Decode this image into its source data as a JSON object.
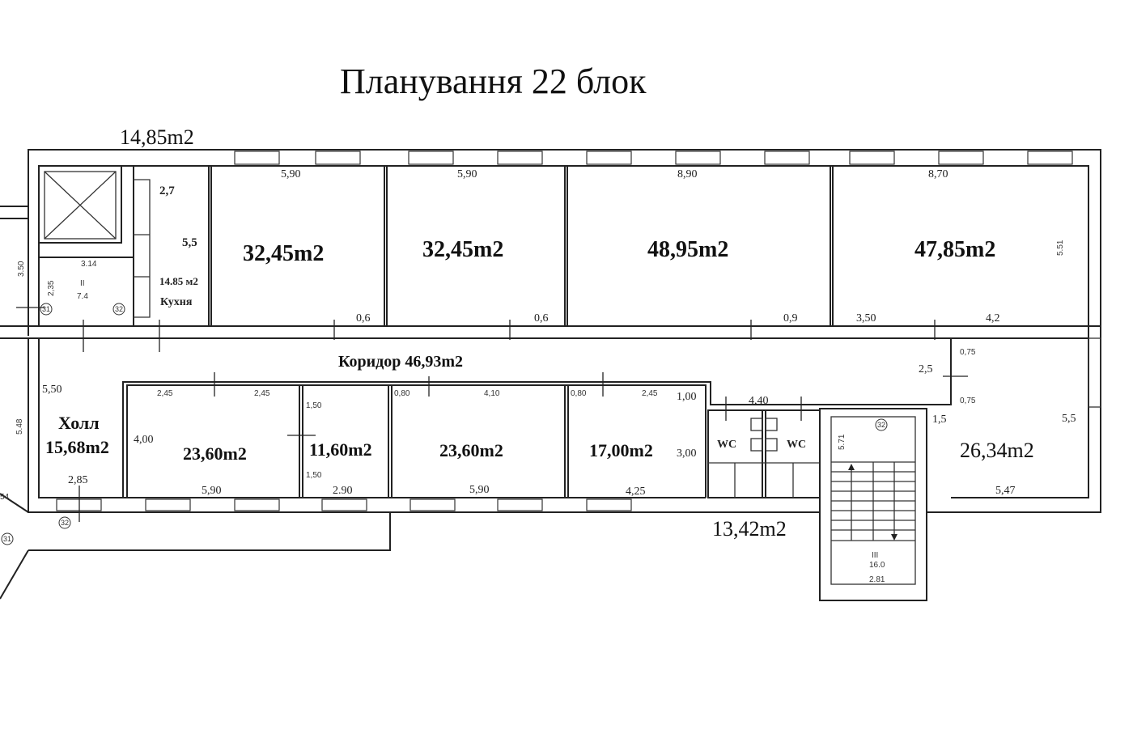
{
  "title": "Планування 22 блок",
  "areas": {
    "top_left_total": "14,85m2",
    "room_1": "32,45m2",
    "room_2": "32,45m2",
    "room_3": "48,95m2",
    "room_4": "47,85m2",
    "corridor": "Коридор 46,93m2",
    "hall_name": "Холл",
    "hall_area": "15,68m2",
    "room_5": "23,60m2",
    "room_6": "11,60m2",
    "room_7": "23,60m2",
    "room_8": "17,00m2",
    "room_9": "26,34m2",
    "wc_total": "13,42m2",
    "kitchen_area": "14.85 м2",
    "kitchen_name": "Кухня",
    "wc_left": "WC",
    "wc_right": "WC"
  },
  "dims": [
    "5,90",
    "5,90",
    "8,90",
    "8,70",
    "2,7",
    "5,5",
    "3.14",
    "3.50",
    "2,35",
    "II",
    "7.4",
    "0,6",
    "0,6",
    "0,9",
    "3,50",
    "4,2",
    "5.51",
    "5,50",
    "5.48",
    "2,45",
    "2,45",
    "1,50",
    "4,00",
    "1,50",
    "2,85",
    "5,90",
    "2.90",
    "0,80",
    "4,10",
    "0,80",
    "2,45",
    "1,00",
    "3,00",
    "5,90",
    "4,25",
    "4,40",
    "2,5",
    "0,75",
    "0,75",
    "1,5",
    "5,5",
    "5,47",
    "5.71",
    "III",
    "16.0",
    "2.81",
    "54"
  ],
  "markers": [
    "31",
    "32",
    "32",
    "31",
    "32"
  ]
}
